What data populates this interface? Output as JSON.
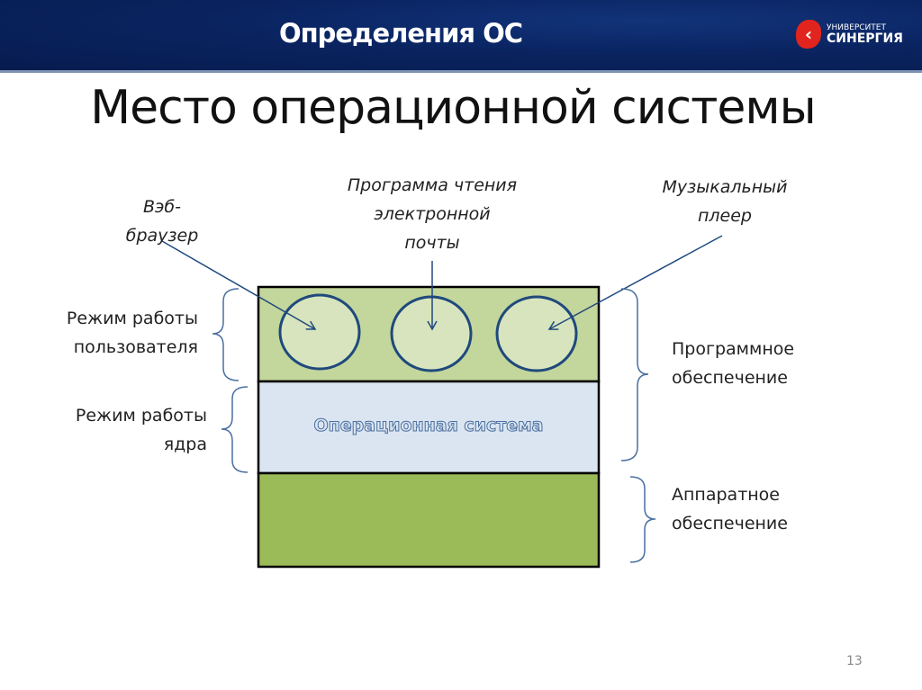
{
  "header": {
    "title": "Определения ОС",
    "logo_line1": "УНИВЕРСИТЕТ",
    "logo_line2": "СИНЕРГИЯ"
  },
  "slide": {
    "title": "Место операционной системы",
    "page": "13"
  },
  "apps": {
    "browser": "Вэб-\nбраузер",
    "mail": "Программа чтения\nэлектронной\nпочты",
    "player": "Музыкальный\nплеер"
  },
  "modes": {
    "user": "Режим работы\nпользователя",
    "kernel": "Режим работы\nядра"
  },
  "layers": {
    "os": "Операционная система"
  },
  "sides": {
    "software": "Программное\nобеспечение",
    "hardware": "Аппаратное\nобеспечение"
  },
  "colors": {
    "user_layer": "#c3d69b",
    "os_layer": "#dbe5f1",
    "hw_layer": "#9bbb59",
    "circle": "#d7e4bd",
    "stroke": "#1f497d"
  }
}
